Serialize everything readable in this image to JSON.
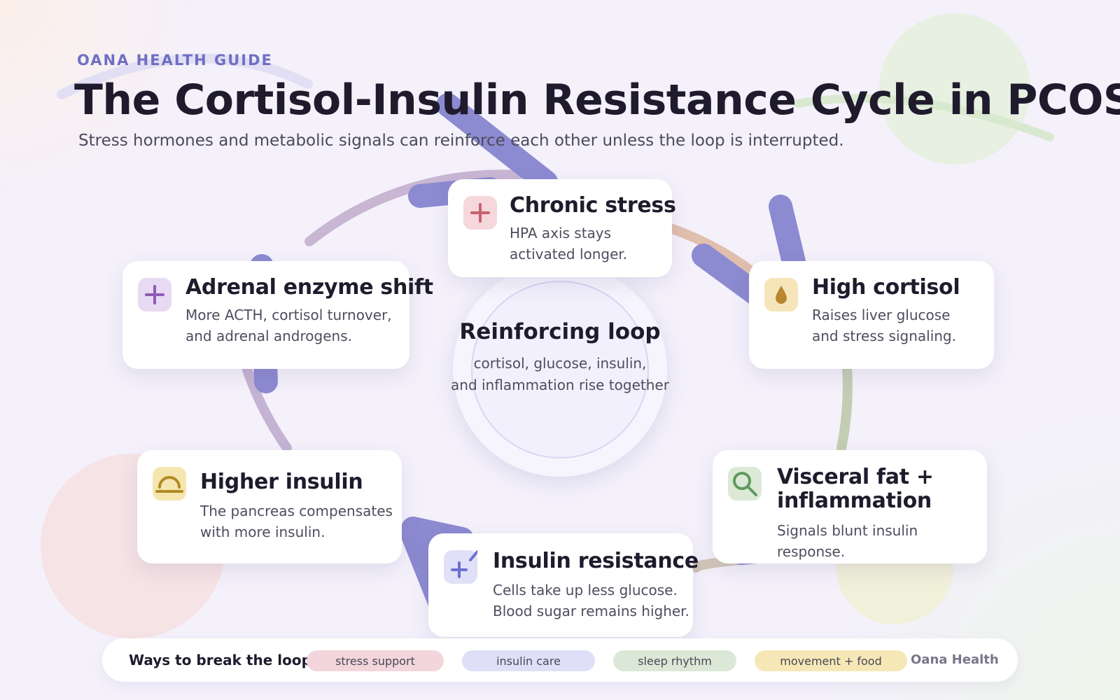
{
  "header": {
    "brand": "OANA HEALTH GUIDE",
    "title": "The Cortisol-Insulin Resistance Cycle in PCOS",
    "subtitle": "Stress hormones and metabolic signals can reinforce each other unless the loop is interrupted."
  },
  "center": {
    "title": "Reinforcing loop",
    "text_line1": "cortisol, glucose, insulin,",
    "text_line2": "and inflammation rise together"
  },
  "steps": {
    "stress": {
      "title": "Chronic stress",
      "line1": "HPA axis stays",
      "line2": "activated longer.",
      "icon": "plus-icon",
      "color": "#c8626a"
    },
    "cortisol": {
      "title": "High cortisol",
      "line1": "Raises liver glucose",
      "line2": "and stress signaling.",
      "icon": "drop-icon",
      "color": "#b9862e"
    },
    "visceral": {
      "title_line1": "Visceral fat +",
      "title_line2": "inflammation",
      "line1": "Signals blunt insulin response.",
      "icon": "magnifier-icon",
      "color": "#5f9a5f"
    },
    "resistance": {
      "title": "Insulin resistance",
      "line1": "Cells take up less glucose.",
      "line2": "Blood sugar remains higher.",
      "icon": "syringe-plus-icon",
      "color": "#6f6fd0"
    },
    "insulin": {
      "title": "Higher insulin",
      "line1": "The pancreas compensates",
      "line2": "with more insulin.",
      "icon": "dome-icon",
      "color": "#b08b22"
    },
    "adrenal": {
      "title": "Adrenal enzyme shift",
      "line1": "More ACTH, cortisol turnover,",
      "line2": "and adrenal androgens.",
      "icon": "plus-icon",
      "color": "#8e5bb5"
    }
  },
  "footer": {
    "label": "Ways to break the loop:",
    "pills": [
      "stress support",
      "insulin care",
      "sleep rhythm",
      "movement + food"
    ],
    "brand": "Oana Health"
  },
  "colors": {
    "pill_stress": "#f2d6dc",
    "pill_insulin": "#dfdff8",
    "pill_sleep": "#dce8d7",
    "pill_food": "#f6e8b6",
    "arrow": "#8c8ad0"
  }
}
